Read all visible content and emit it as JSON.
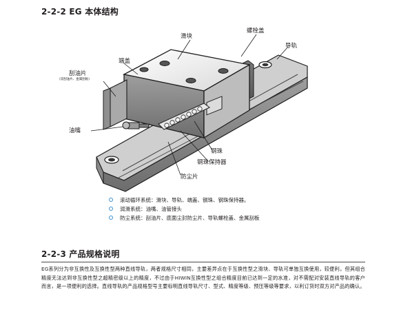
{
  "section1": {
    "title": "2-2-2 EG 本体结构"
  },
  "diagram": {
    "labels": {
      "slide_block": "滑块",
      "bolt_cover": "螺栓盖",
      "rail": "导轨",
      "end_cap": "端盖",
      "scraper": "刮油片",
      "scraper_sub": "(双刮油片、金属刮板)",
      "oil_nipple": "油嘴",
      "steel_ball": "钢珠",
      "ball_retainer": "钢珠保持器",
      "dust_seal": "防尘片"
    }
  },
  "features": [
    "滚动循环系统：滑块、导轨、端盖、钢珠、钢珠保持器。",
    "润滑系统：油嘴、油管接头",
    "防尘系统：刮油片、底面尘封防尘片、导轨螺栓盖、金属刮板"
  ],
  "section2": {
    "title": "2-2-3 产品规格说明",
    "paragraph": "EG系列分为非互换性及互换性型两种直线导轨，两者规格尺寸相同，主要差异点在于互换性型之滑块、导轨可单独互换使用，较便利，但其组合精度无法达到非互换性型之超精密级以上的精度，不过由于HIWIN互换性型之组合精度目前已达到一定的水准，对不需配对安装直线导轨的客户而言，是一项便利的选择。直线导轨的产品规格型号主要标明直线导轨尺寸、型式、精度等级、预压等级等要求，以利订货时双方对产品的确认。"
  },
  "colors": {
    "accent_bullet": "#3a8fd0",
    "text": "#231f20"
  }
}
